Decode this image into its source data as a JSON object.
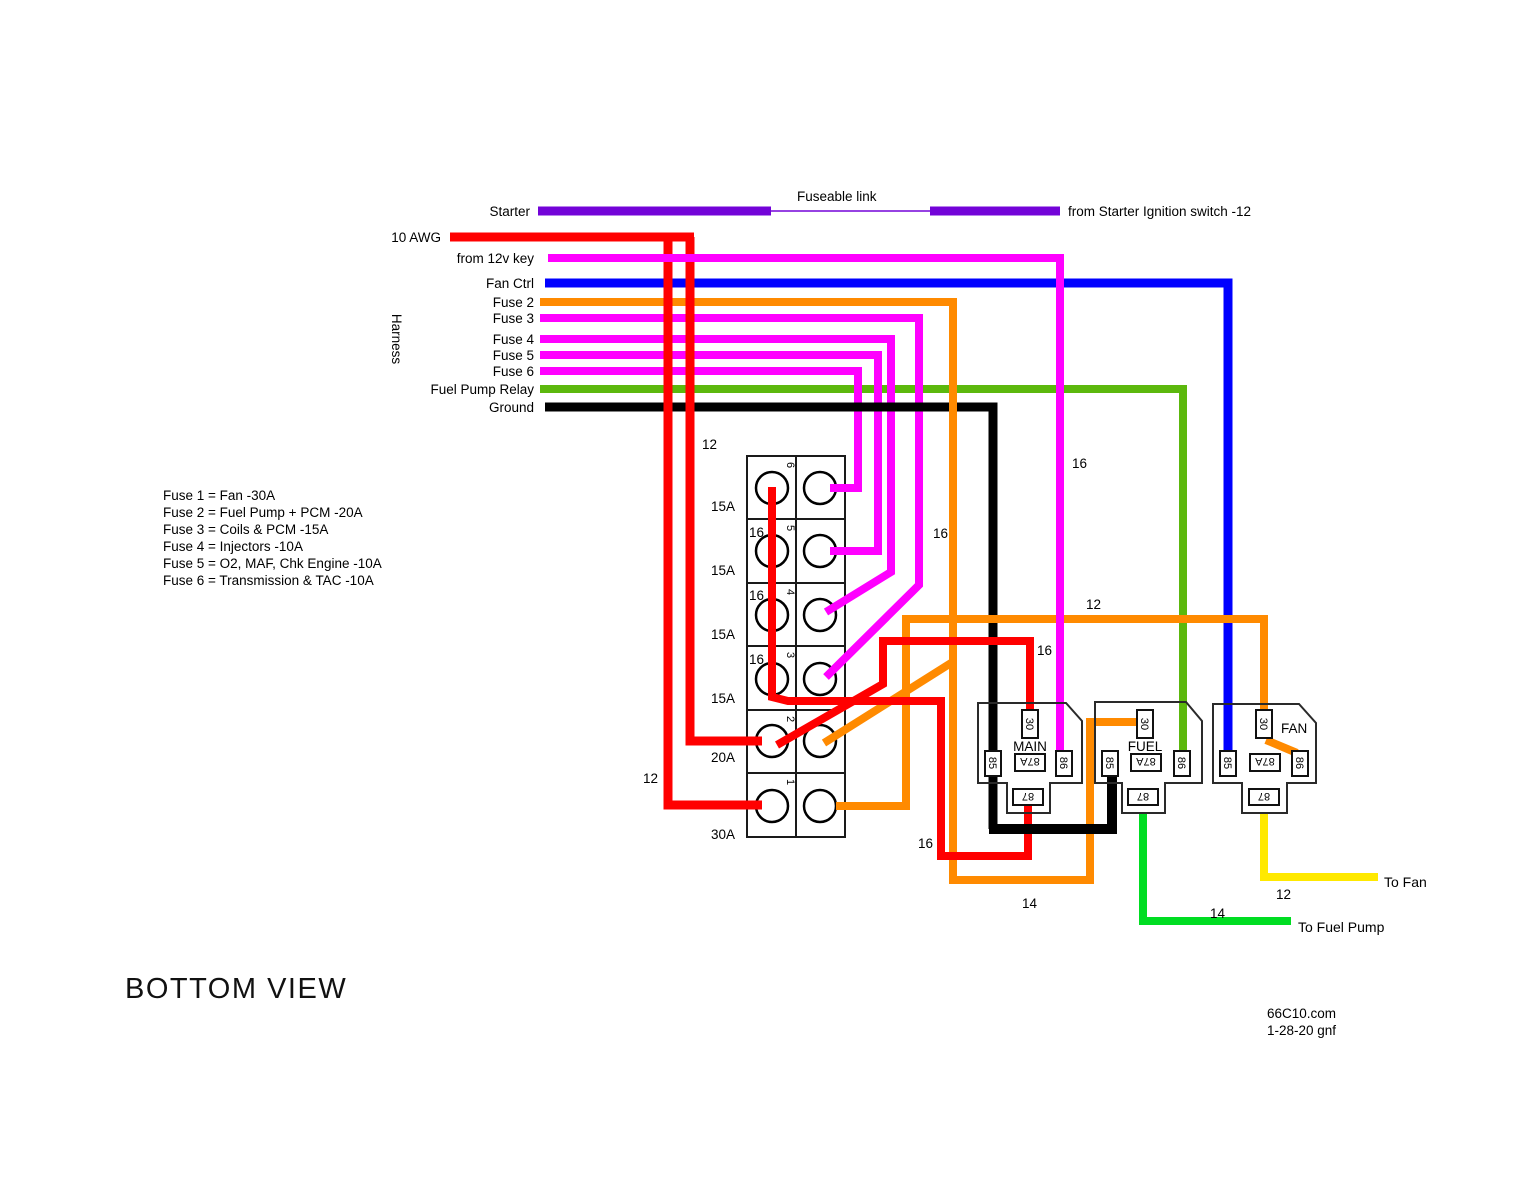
{
  "title": "BOTTOM VIEW",
  "credit": {
    "site": "66C10.com",
    "date": "1-28-20 gnf"
  },
  "top": {
    "starter_label": "Starter",
    "fuseable_link_label": "Fuseable link",
    "ignition_label": "from Starter Ignition switch -12"
  },
  "harness": {
    "label": "Harness",
    "awg_label": "10 AWG",
    "key_label": "from 12v key",
    "fan_ctrl_label": "Fan Ctrl",
    "fuse2_label": "Fuse 2",
    "fuse3_label": "Fuse 3",
    "fuse4_label": "Fuse 4",
    "fuse5_label": "Fuse 5",
    "fuse6_label": "Fuse 6",
    "fuel_pump_relay_label": "Fuel Pump Relay",
    "ground_label": "Ground"
  },
  "legend": {
    "lines": [
      "Fuse 1 = Fan -30A",
      "Fuse 2 = Fuel Pump + PCM -20A",
      "Fuse 3 = Coils & PCM -15A",
      "Fuse 4 = Injectors -10A",
      "Fuse 5 = O2, MAF, Chk Engine -10A",
      "Fuse 6 = Transmission & TAC -10A"
    ]
  },
  "fuse_block": {
    "rows": [
      {
        "num": "6",
        "amps": "15A",
        "gauge": ""
      },
      {
        "num": "5",
        "amps": "15A",
        "gauge": "16"
      },
      {
        "num": "4",
        "amps": "15A",
        "gauge": "16"
      },
      {
        "num": "3",
        "amps": "15A",
        "gauge": "16"
      },
      {
        "num": "2",
        "amps": "20A",
        "gauge": ""
      },
      {
        "num": "1",
        "amps": "30A",
        "gauge": ""
      }
    ]
  },
  "relay_names": {
    "main": "MAIN",
    "fuel": "FUEL",
    "fan": "FAN"
  },
  "relay_pins": {
    "p30": "30",
    "p85": "85",
    "p87a": "87A",
    "p86": "86",
    "p87": "87"
  },
  "gauges": {
    "feed_top": "12",
    "feed_left": "12",
    "fuse2_wire": "16",
    "key_wire": "16",
    "fan_feed": "12",
    "main30": "16",
    "main87": "16",
    "fuel_feed": "14",
    "fan_out": "12",
    "fuel_out": "14"
  },
  "outputs": {
    "to_fan": "To Fan",
    "to_fuel_pump": "To Fuel Pump"
  },
  "colors": {
    "purple": "#7303d8",
    "red": "#ff0000",
    "magenta": "#ff00ff",
    "blue": "#0000ff",
    "orange": "#ff8a00",
    "lime": "#5cb80d",
    "black": "#000000",
    "green": "#00dd22",
    "yellow": "#ffe900"
  }
}
